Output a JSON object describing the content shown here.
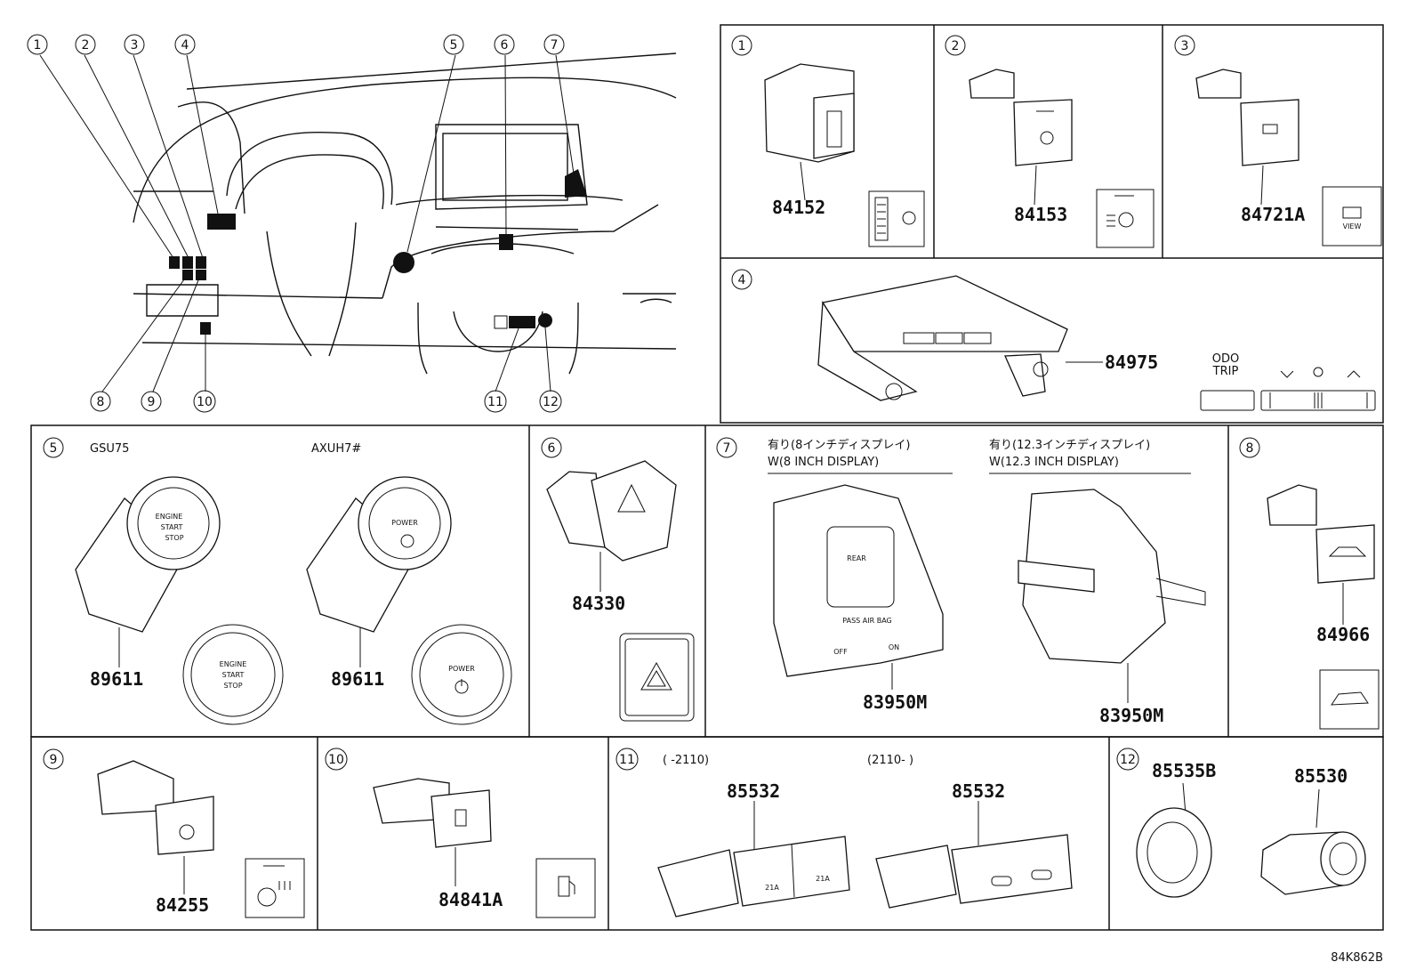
{
  "callouts_top": [
    "1",
    "2",
    "3",
    "4",
    "5",
    "6",
    "7"
  ],
  "callouts_bottom": [
    "8",
    "9",
    "10",
    "11",
    "12"
  ],
  "panel_numbers": [
    "1",
    "2",
    "3",
    "4",
    "5",
    "6",
    "7",
    "8",
    "9",
    "10",
    "11",
    "12"
  ],
  "parts": {
    "p1": "84152",
    "p2": "84153",
    "p3": "84721A",
    "p4": "84975",
    "p5a": "89611",
    "p5b": "89611",
    "p6": "84330",
    "p7a": "83950M",
    "p7b": "83950M",
    "p8": "84966",
    "p9": "84255",
    "p10": "84841A",
    "p11a": "85532",
    "p11b": "85532",
    "p12a": "85535B",
    "p12b": "85530"
  },
  "labels": {
    "gsu75": "GSU75",
    "axuh7": "AXUH7#",
    "disp8_jp": "有り(8インチディスプレイ)",
    "disp8_en": "W(8 INCH DISPLAY)",
    "disp12_jp": "有り(12.3インチディスプレイ)",
    "disp12_en": "W(12.3 INCH DISPLAY)",
    "range_a": "(      -2110)",
    "range_b": "(2110-       )",
    "odo": "ODO",
    "trip": "TRIP",
    "engine": "ENGINE",
    "start": "START",
    "stop": "STOP",
    "power": "POWER",
    "view": "VIEW",
    "pass_air_bag": "PASS AIR BAG",
    "rear": "REAR",
    "on": "ON",
    "off": "OFF",
    "amp": "21A",
    "diagram_code": "84K862B"
  },
  "icons": [
    "dimmer-icon",
    "headlight-auto-icon",
    "view-camera-icon",
    "hazard-icon",
    "power-icon",
    "heated-steering-icon",
    "fuel-door-icon",
    "vehicle-height-icon",
    "usb-icon",
    "power-outlet-icon"
  ]
}
